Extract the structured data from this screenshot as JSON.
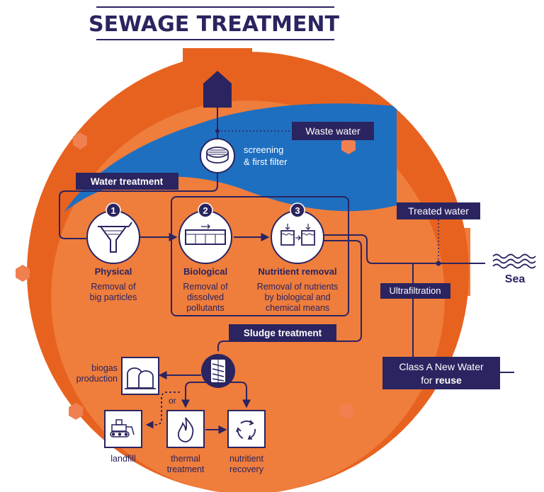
{
  "title": "SEWAGE TREATMENT",
  "labels": {
    "waste_water": "Waste water",
    "screening_line1": "screening",
    "screening_line2": "& first filter",
    "water_treatment": "Water treatment",
    "treated_water": "Treated water",
    "sea": "Sea",
    "ultrafiltration": "Ultrafiltration",
    "sludge_treatment": "Sludge treatment",
    "class_a_line1": "Class A New Water",
    "class_a_line2_prefix": "for ",
    "class_a_line2_bold": "reuse",
    "biogas_line1": "biogas",
    "biogas_line2": "production",
    "or": "or",
    "landfill": "landfill",
    "thermal_line1": "thermal",
    "thermal_line2": "treatment",
    "recovery_line1": "nutritient",
    "recovery_line2": "recovery"
  },
  "steps": [
    {
      "number": "1",
      "title": "Physical",
      "desc_lines": [
        "Removal of",
        "big particles"
      ]
    },
    {
      "number": "2",
      "title": "Biological",
      "desc_lines": [
        "Removal of",
        "dissolved",
        "pollutants"
      ]
    },
    {
      "number": "3",
      "title": "Nutritient removal",
      "desc_lines": [
        "Removal of nutrients",
        "by biological and",
        "chemical means"
      ]
    }
  ],
  "colors": {
    "navy": "#2a2460",
    "orange": "#e8621f",
    "orange_light": "#ef7d3c",
    "blue": "#1f6fc0",
    "white": "#ffffff"
  }
}
